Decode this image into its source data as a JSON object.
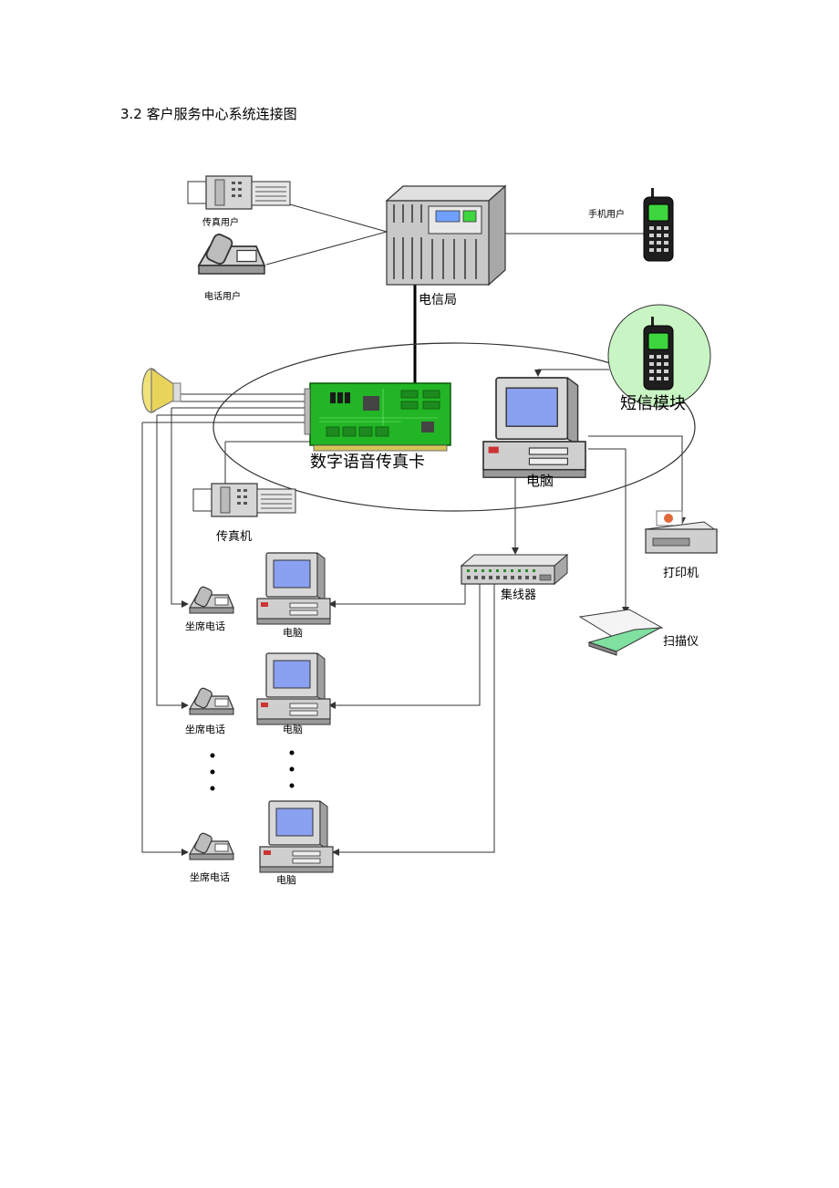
{
  "heading": "3.2 客户服务中心系统连接图",
  "labels": {
    "fax_user": "传真用户",
    "phone_user": "电话用户",
    "telecom": "电信局",
    "mobile_user": "手机用户",
    "sms_module": "短信模块",
    "voice_fax_card": "数字语音传真卡",
    "main_pc": "电脑",
    "fax_machine": "传真机",
    "printer": "打印机",
    "hub": "集线器",
    "scanner": "扫描仪",
    "agent_phone_1": "坐席电话",
    "agent_pc_1": "电脑",
    "agent_phone_2": "坐席电话",
    "agent_pc_2": "电脑",
    "agent_phone_3": "坐席电话",
    "agent_pc_3": "电脑"
  },
  "icons": [
    "fax-icon",
    "telephone-icon",
    "server-cabinet-icon",
    "mobile-phone-icon",
    "speaker-icon",
    "circuit-board-icon",
    "computer-icon",
    "printer-icon",
    "hub-icon",
    "scanner-icon",
    "ellipsis-dots"
  ],
  "colors": {
    "board_green": "#22b525",
    "sms_circle": "#c9f5c4",
    "phone_screen": "#3ed63e",
    "monitor_screen": "#8aa0f0",
    "cabinet": "#c8c8c8",
    "speaker": "#f0e27a"
  }
}
